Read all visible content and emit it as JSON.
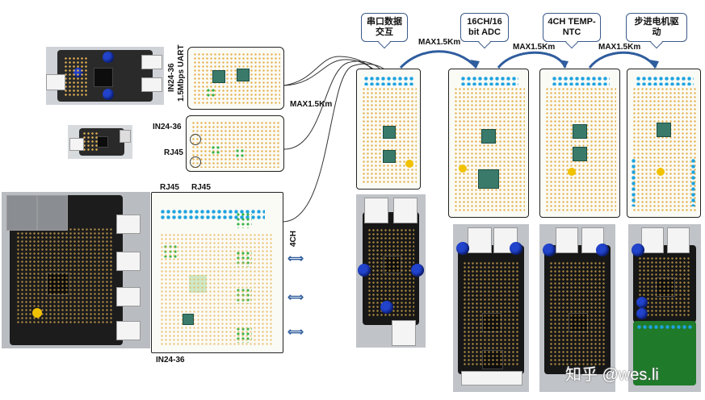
{
  "left_labels": {
    "uart": "IN24-36\n1.5Mbps UART",
    "uart_line1": "IN24-36",
    "uart_line2": "1.5Mbps UART",
    "mid_in": "IN24-36",
    "mid_rj45": "RJ45",
    "big_rj45_a": "RJ45",
    "big_rj45_b": "RJ45",
    "big_4ch": "4CH",
    "big_in": "IN24-36"
  },
  "distance_labels": {
    "left_max": "MAX1.5Km",
    "top_1": "MAX1.5Km",
    "top_2": "MAX1.5Km",
    "top_3": "MAX1.5Km"
  },
  "callouts": [
    {
      "line1": "串口数据",
      "line2": "交互"
    },
    {
      "line1": "16CH/16",
      "line2": "bit ADC"
    },
    {
      "line1": "4CH TEMP-",
      "line2": "NTC"
    },
    {
      "line1": "步进电机驱",
      "line2": "动"
    }
  ],
  "watermark": "知乎 @wes.li",
  "colors": {
    "arrow": "#2f5d9e",
    "pcb": "#2a2a2a",
    "callout_border": "#3b5a8a",
    "blue_knob": "#2244cc",
    "green_board": "#1f7a2a"
  }
}
